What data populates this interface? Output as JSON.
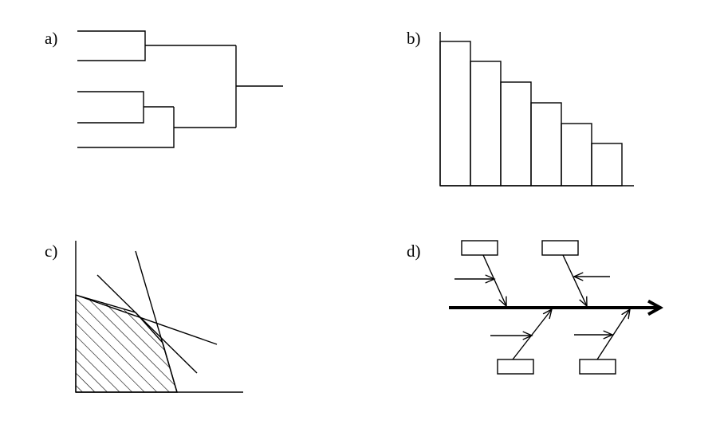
{
  "panels": [
    {
      "id": "a",
      "label": "a)",
      "kind": "tree-diagram"
    },
    {
      "id": "b",
      "label": "b)",
      "kind": "pareto-chart"
    },
    {
      "id": "c",
      "label": "c)",
      "kind": "feasible-region-plot"
    },
    {
      "id": "d",
      "label": "d)",
      "kind": "fishbone-diagram"
    }
  ],
  "colors": {
    "ink": "#000000",
    "background": "#ffffff"
  }
}
